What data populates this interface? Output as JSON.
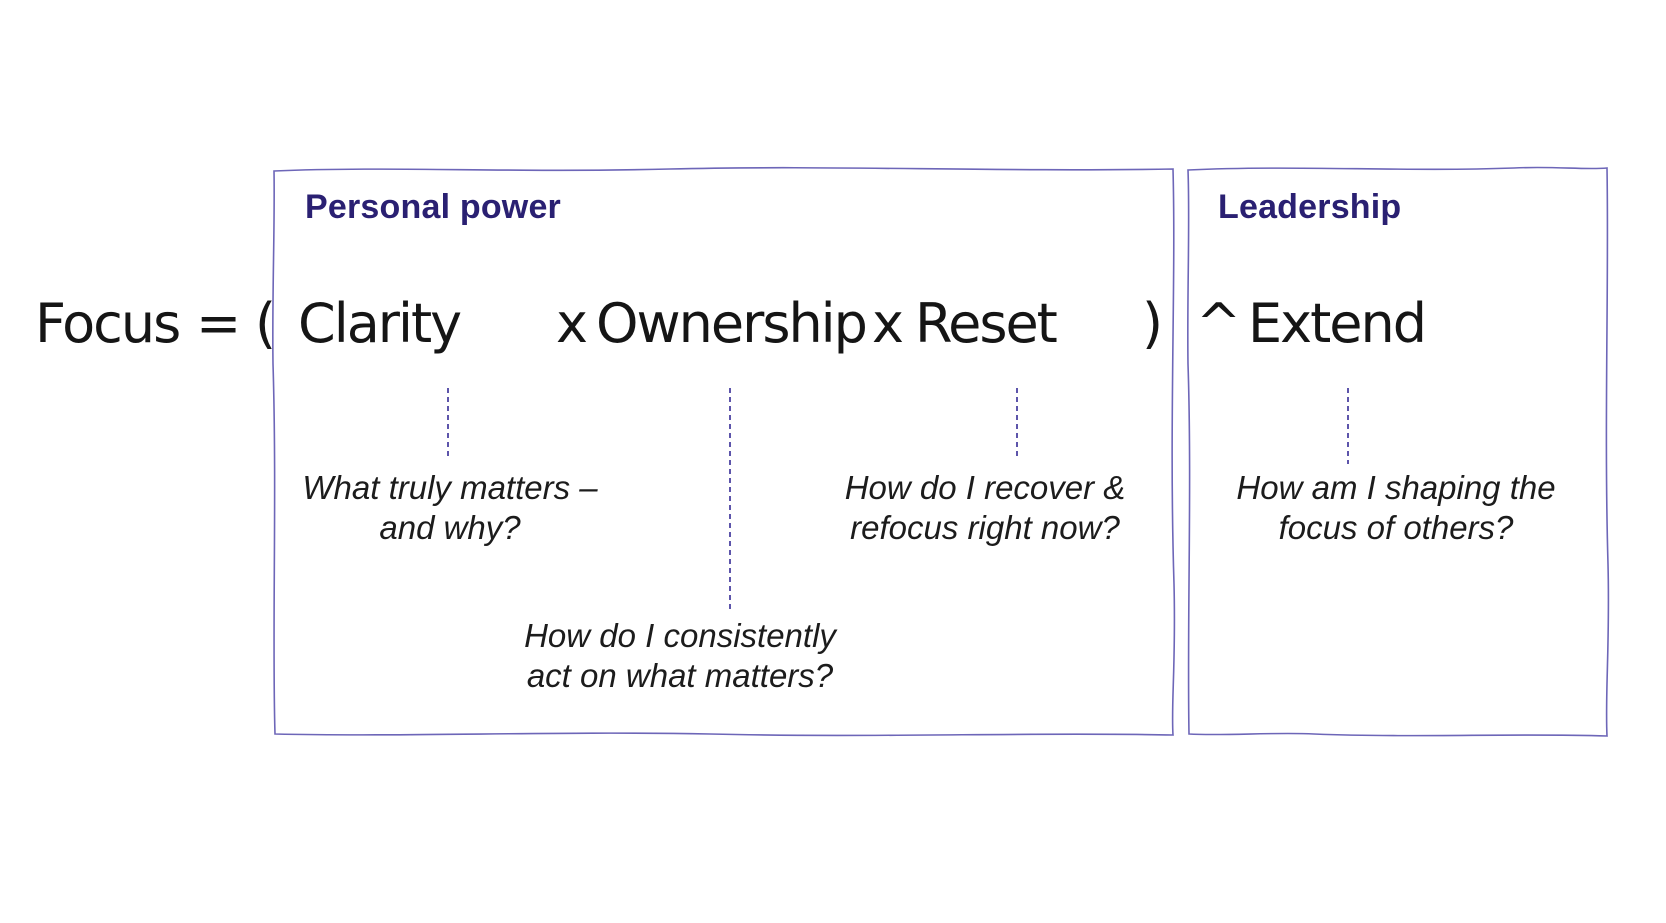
{
  "boxes": {
    "personal_power": {
      "label": "Personal power"
    },
    "leadership": {
      "label": "Leadership"
    }
  },
  "formula": {
    "lhs": "Focus",
    "eq": "=",
    "open": "(",
    "factor1": "Clarity",
    "times1": "x",
    "factor2": "Ownership",
    "times2": "x",
    "factor3": "Reset",
    "close": ")",
    "caret": "^",
    "exponent": "Extend"
  },
  "annotations": {
    "clarity": {
      "line1": "What truly matters –",
      "line2": "and why?"
    },
    "ownership": {
      "line1": "How do I consistently",
      "line2": "act on what matters?"
    },
    "reset": {
      "line1": "How do I recover &",
      "line2": "refocus right now?"
    },
    "extend": {
      "line1": "How am I shaping the",
      "line2": "focus of others?"
    }
  },
  "colors": {
    "heading": "#2a2072",
    "box_border": "#6d66b8",
    "dash_line": "#5d55ab",
    "formula_text": "#151515",
    "annotation_text": "#1c1c1c",
    "background": "#ffffff"
  }
}
